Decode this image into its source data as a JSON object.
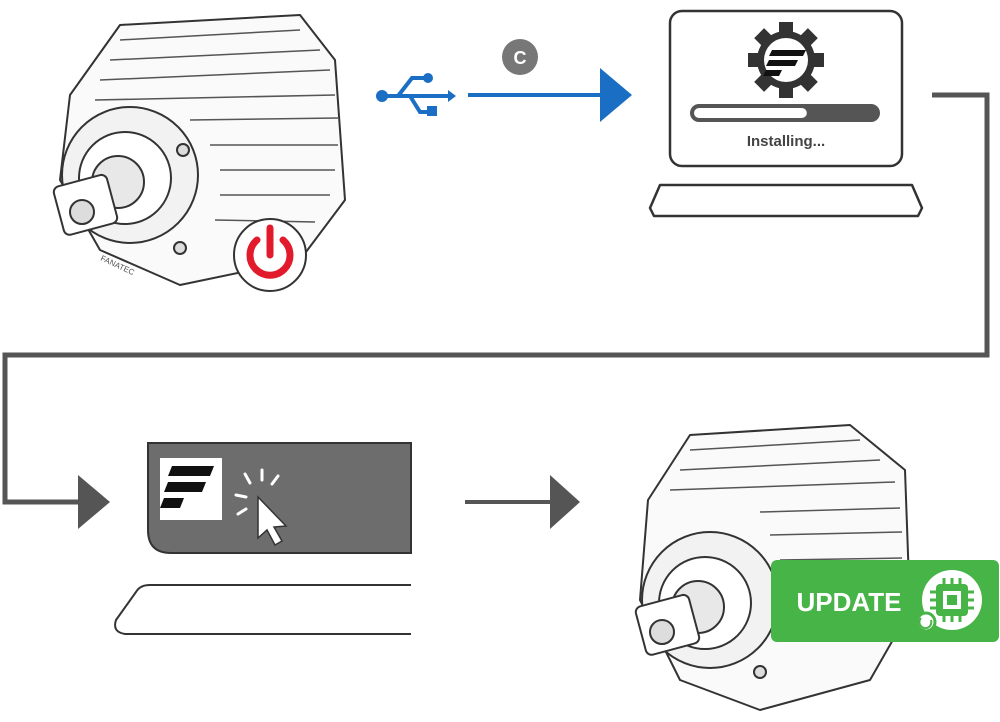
{
  "usb_port_label": "C",
  "laptop": {
    "status_text": "Installing...",
    "progress_fraction": 0.62
  },
  "update_badge": {
    "label": "UPDATE"
  },
  "motor_brand_text": "FANATEC",
  "colors": {
    "usb_blue": "#1a6fc4",
    "power_red": "#e21b2c",
    "update_green": "#47b447",
    "flow_gray": "#555555",
    "panel_gray": "#6d6d6d"
  },
  "icons": {
    "usb": "usb-icon",
    "power": "power-icon",
    "gear_logo": "gear-logo-icon",
    "cursor": "cursor-click-icon",
    "chip": "chip-icon"
  }
}
